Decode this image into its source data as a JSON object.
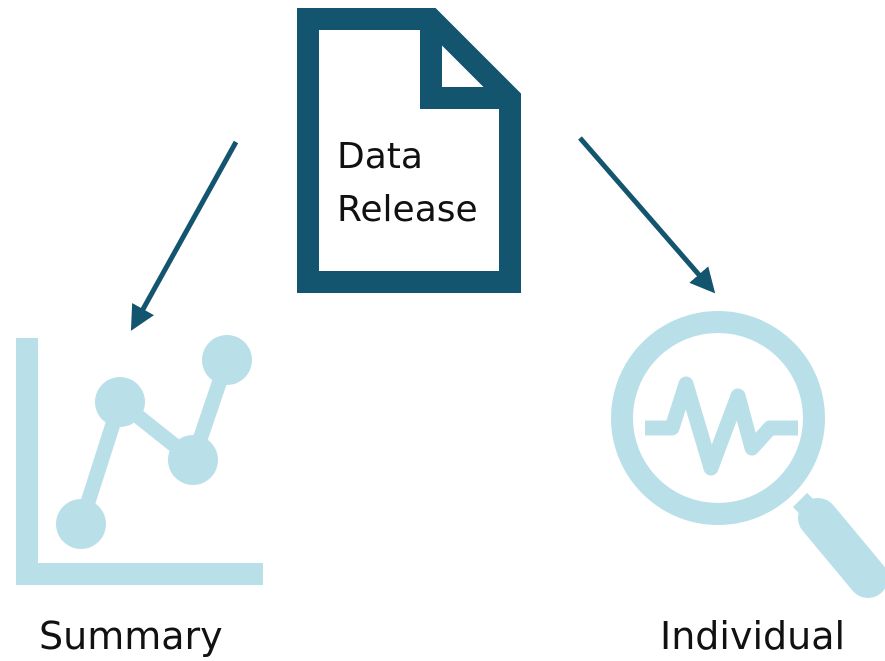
{
  "document": {
    "line1": "Data",
    "line2": "Release",
    "icon": "document-icon"
  },
  "left_branch": {
    "label": "Summary",
    "icon": "line-chart-icon"
  },
  "right_branch": {
    "label": "Individual",
    "icon": "magnifier-waveform-icon"
  },
  "colors": {
    "dark_teal": "#13546e",
    "light_blue": "#b9dfe9",
    "text": "#111111",
    "background": "#ffffff"
  }
}
